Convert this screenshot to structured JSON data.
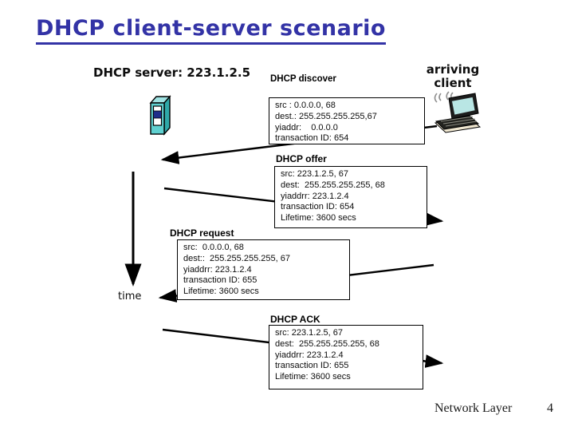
{
  "slide": {
    "title": "DHCP client-server scenario",
    "footer_section": "Network Layer",
    "footer_page": "4"
  },
  "labels": {
    "server": "DHCP server: 223.1.2.5",
    "client_line1": "arriving",
    "client_line2": "client",
    "time": "time"
  },
  "icons": {
    "server": "server-tower-icon",
    "client": "laptop-icon"
  },
  "messages": [
    {
      "name": "DHCP discover",
      "direction": "client-to-server",
      "lines": [
        "src : 0.0.0.0, 68",
        "dest.: 255.255.255.255,67",
        "yiaddr:    0.0.0.0",
        "transaction ID: 654"
      ]
    },
    {
      "name": "DHCP offer",
      "direction": "server-to-client",
      "lines": [
        "src: 223.1.2.5, 67",
        "dest:  255.255.255.255, 68",
        "yiaddrr: 223.1.2.4",
        "transaction ID: 654",
        "Lifetime: 3600 secs"
      ]
    },
    {
      "name": "DHCP request",
      "direction": "client-to-server",
      "lines": [
        "src:  0.0.0.0, 68",
        "dest::  255.255.255.255, 67",
        "yiaddrr: 223.1.2.4",
        "transaction ID: 655",
        "Lifetime: 3600 secs"
      ]
    },
    {
      "name": "DHCP ACK",
      "direction": "server-to-client",
      "lines": [
        "src: 223.1.2.5, 67",
        "dest:  255.255.255.255, 68",
        "yiaddrr: 223.1.2.4",
        "transaction ID: 655",
        "Lifetime: 3600 secs"
      ]
    }
  ],
  "colors": {
    "title_blue": "#3333a6",
    "icon_teal": "#5fd0d0",
    "icon_teal_dark": "#2fa9a9",
    "icon_panel_navy": "#1f2d8a",
    "laptop_screen": "#b9e6e4",
    "arrow_black": "#000000"
  }
}
